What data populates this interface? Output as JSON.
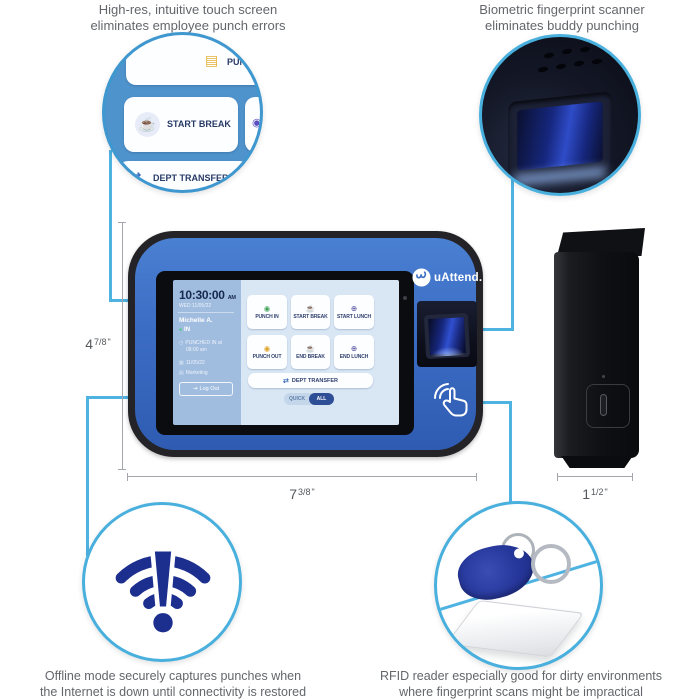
{
  "captions": {
    "touch": [
      "High-res, intuitive touch screen",
      "eliminates employee punch errors"
    ],
    "fingerprint": [
      "Biometric fingerprint scanner",
      "eliminates buddy punching"
    ],
    "offline": [
      "Offline mode securely captures punches when",
      "the Internet is down until connectivity is restored"
    ],
    "rfid": [
      "RFID reader especially good for dirty environments",
      "where fingerprint scans might be impractical"
    ]
  },
  "device": {
    "brand": "uAttend.",
    "screen": {
      "sidebar": {
        "time": "10:30:00",
        "meridiem": "AM",
        "date": "WED 11/05/22",
        "user": "Michelle A.",
        "status": "IN",
        "punch_line1": "PUNCHED IN at",
        "punch_line2": "08:00 am",
        "date2": "11/05/22",
        "department": "Marketing",
        "logout": "Log Out"
      },
      "buttons": [
        {
          "label": "PUNCH IN",
          "icon": "◉",
          "icon_color": "#46a55e"
        },
        {
          "label": "START BREAK",
          "icon": "☕",
          "icon_color": "#5450b5"
        },
        {
          "label": "START LUNCH",
          "icon": "⊕",
          "icon_color": "#3e3c96"
        },
        {
          "label": "PUNCH OUT",
          "icon": "◉",
          "icon_color": "#dfa32b"
        },
        {
          "label": "END BREAK",
          "icon": "☕",
          "icon_color": "#5450b5"
        },
        {
          "label": "END LUNCH",
          "icon": "⊕",
          "icon_color": "#3e3c96"
        }
      ],
      "dept_transfer": {
        "label": "DEPT TRANSFER",
        "icon": "⇄"
      },
      "toggle": {
        "left": "QUICK",
        "right": "ALL",
        "selected": "ALL"
      }
    }
  },
  "zoom_touch": {
    "partial_label": "PUN",
    "partial_icon": "▤",
    "start_break_label": "START BREAK",
    "start_break_icon": "☕",
    "sliver_icon": "◉",
    "dept_label": "DEPT TRANSFER",
    "dept_icon": "⇄"
  },
  "icons": {
    "status_dot": "●",
    "clock": "◷",
    "calendar": "▦",
    "department": "▤",
    "logout": "⇥"
  },
  "dimensions": {
    "height": {
      "whole": "4",
      "frac": "7/8",
      "unit": "\""
    },
    "width": {
      "whole": "7",
      "frac": "3/8",
      "unit": "\""
    },
    "depth": {
      "whole": "1",
      "frac": "1/2",
      "unit": "\""
    }
  },
  "colors": {
    "leader_blue": "#4fb3e2",
    "circle_border": "#45a9db",
    "device_blue": "#3d6fc3",
    "bezel_black": "#232328",
    "screen_sidebar": "#a0bcdf",
    "screen_bg": "#d9e7f5",
    "wifi_navy": "#1c2f8f",
    "fob_blue": "#26379b",
    "caption_gray": "#63666b",
    "toggle_selected": "#2e4e96",
    "status_green": "#35d06a"
  }
}
